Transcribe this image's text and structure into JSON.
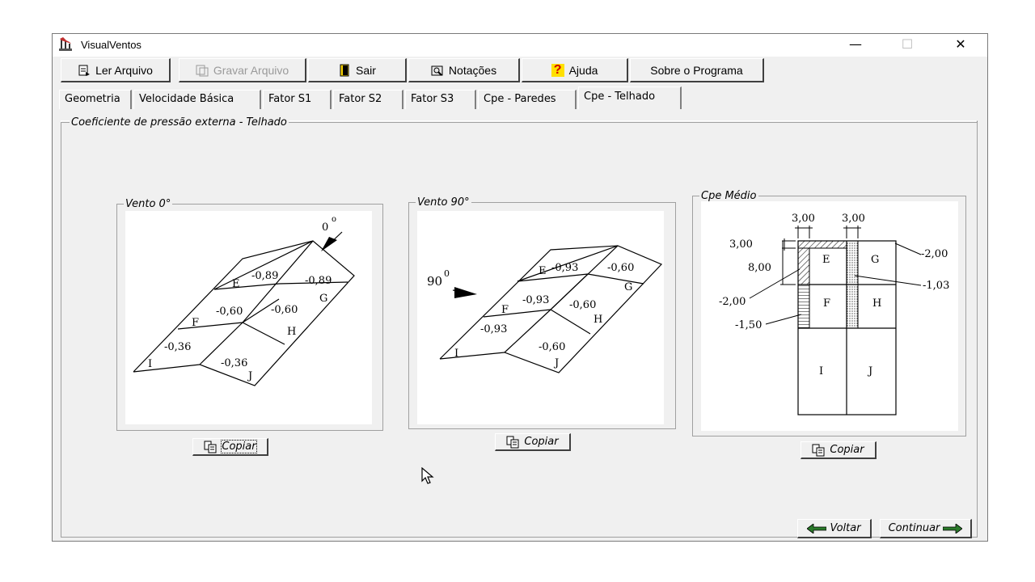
{
  "window": {
    "title": "VisualVentos"
  },
  "toolbar": {
    "ler_arquivo": "Ler Arquivo",
    "gravar_arquivo": "Gravar Arquivo",
    "sair": "Sair",
    "notacoes": "Notações",
    "ajuda": "Ajuda",
    "sobre": "Sobre o Programa"
  },
  "tabs": [
    "Geometria",
    "Velocidade Básica",
    "Fator S1",
    "Fator S2",
    "Fator S3",
    "Cpe - Paredes",
    "Cpe - Telhado"
  ],
  "active_tab": "Cpe - Telhado",
  "main_group": {
    "title": "Coeficiente de pressão externa - Telhado"
  },
  "panels": {
    "vento0": {
      "title": "Vento 0°",
      "angle": "0",
      "degree_mark": "o",
      "labels": {
        "E": "E",
        "F": "F",
        "G": "G",
        "H": "H",
        "I": "I",
        "J": "J"
      },
      "values": {
        "E": "-0,89",
        "G": "-0,89",
        "F": "-0,60",
        "H": "-0,60",
        "I": "-0,36",
        "J": "-0,36"
      }
    },
    "vento90": {
      "title": "Vento 90°",
      "angle": "90",
      "degree_mark": "0",
      "labels": {
        "E": "E",
        "F": "F",
        "G": "G",
        "H": "H",
        "I": "I",
        "J": "J"
      },
      "values": {
        "E": "-0,93",
        "G": "-0,60",
        "F": "-0,93",
        "H": "-0,60",
        "I": "-0,93",
        "J": "-0,60"
      }
    },
    "cpe_medio": {
      "title": "Cpe Médio",
      "dims": {
        "top_left": "3,00",
        "top_right": "3,00",
        "left_top": "3,00",
        "left_height": "8,00"
      },
      "values": {
        "right_top": "-2,00",
        "right_mid": "-1,03",
        "left_mid": "-2,00",
        "left_low": "-1,50"
      },
      "labels": {
        "E": "E",
        "F": "F",
        "G": "G",
        "H": "H",
        "I": "I",
        "J": "J"
      }
    }
  },
  "copy_label": "Copiar",
  "nav": {
    "voltar": "Voltar",
    "continuar": "Continuar"
  },
  "colors": {
    "face": "#f0f0f0",
    "arrow_green": "#2a7a2a"
  }
}
